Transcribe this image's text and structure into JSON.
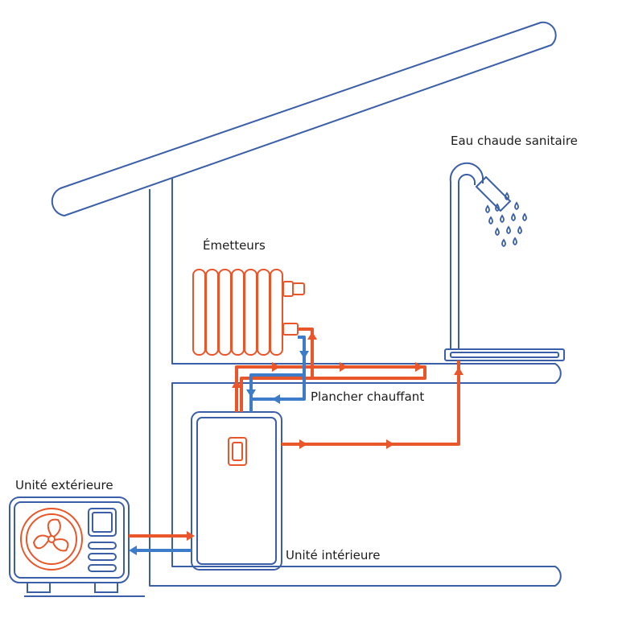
{
  "labels": {
    "hot_water": "Eau chaude sanitaire",
    "emitters": "Émetteurs",
    "floor_heating": "Plancher chauffant",
    "outdoor_unit": "Unité extérieure",
    "indoor_unit": "Unité intérieure"
  },
  "colors": {
    "structure": "#3a5fa8",
    "hot": "#e8562a",
    "cold": "#3d7cc9",
    "text": "#1c1c1c"
  },
  "icons": [
    "fan-icon",
    "radiator-icon",
    "shower-icon",
    "flow-arrow-icon"
  ]
}
